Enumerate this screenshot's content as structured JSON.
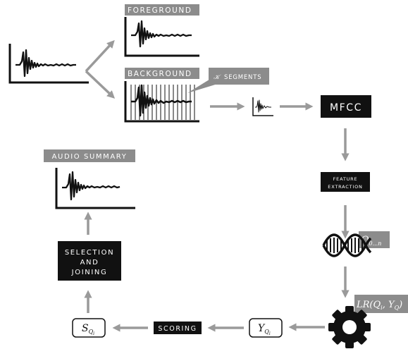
{
  "labels": {
    "foreground": "FOREGROUND",
    "background": "BACKGROUND",
    "segments_symbol": "𝒦",
    "segments_word": "SEGMENTS",
    "mfcc": "MFCC",
    "feature_line1": "FEATURE",
    "feature_line2": "EXTRACTION",
    "q_symbol": "Q",
    "q_subscript": "0...n",
    "lr_prefix": "LR(Q",
    "lr_sub_i": "i",
    "lr_mid": ", Y",
    "lr_sub_q": "Q",
    "lr_close": ")",
    "y_symbol": "Y",
    "y_sub": "Q",
    "y_subsub": "i",
    "scoring": "SCORING",
    "s_symbol": "S",
    "s_sub": "Q",
    "s_subsub": "i",
    "selection_line1": "SELECTION",
    "selection_line2": "AND",
    "selection_line3": "JOINING",
    "audio_summary": "AUDIO SUMMARY"
  },
  "colors": {
    "label_gray": "#8c8c8c",
    "box_black": "#111111",
    "arrow_gray": "#9a9a9a",
    "line_black": "#111111"
  },
  "icons": [
    "waveform-icon",
    "dna-icon",
    "gear-icon",
    "arrow-icon"
  ]
}
